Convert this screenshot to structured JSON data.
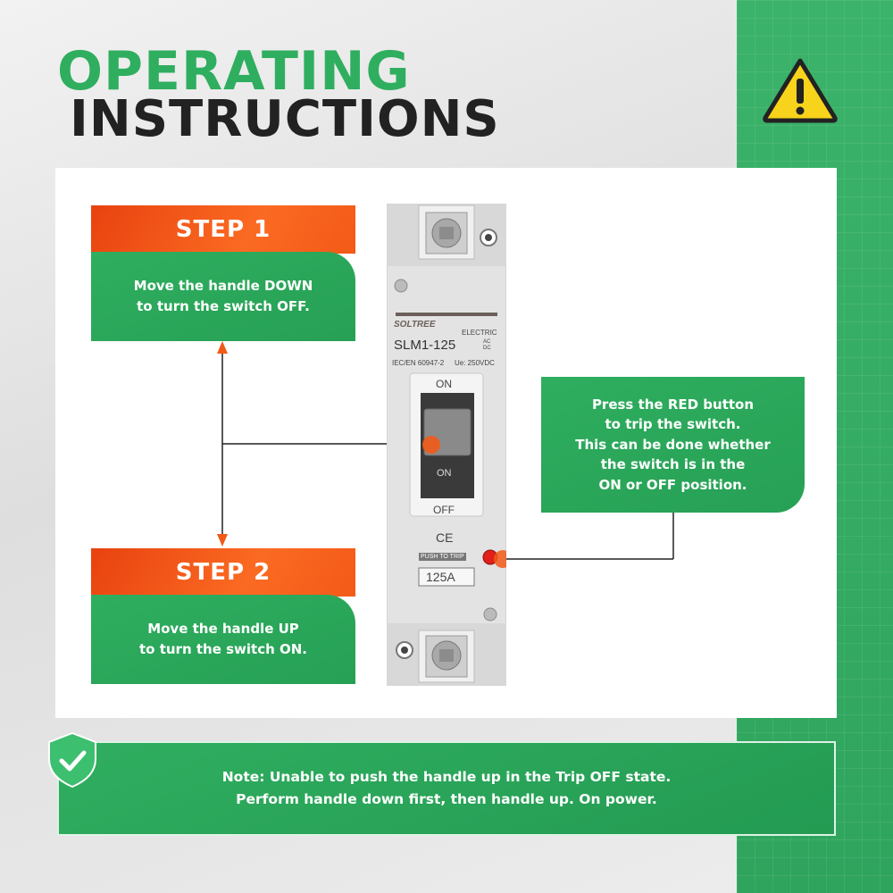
{
  "title": {
    "line1": "OPERATING",
    "line2": "INSTRUCTIONS"
  },
  "step1": {
    "header": "STEP 1",
    "text": "Move the handle DOWN\nto turn the switch OFF."
  },
  "step2": {
    "header": "STEP 2",
    "text": "Move the handle UP\nto turn the switch ON."
  },
  "callout": {
    "text": "Press the RED button\nto trip the switch.\nThis can be done whether\nthe switch is in the\nON or OFF position."
  },
  "note": {
    "text": "Note: Unable to push the handle up in the Trip OFF state.\nPerform handle down first, then handle up. On power."
  },
  "device": {
    "brand": "SOLTREE",
    "brand_sub": "ELECTRIC",
    "model": "SLM1-125",
    "acdc_1": "AC",
    "acdc_2": "DC",
    "standard": "IEC/EN 60947-2",
    "voltage": "Ue: 250VDC",
    "on_label": "ON",
    "on_label_2": "ON",
    "off_label": "OFF",
    "ce_mark": "CE",
    "trip_label": "PUSH TO TRIP",
    "rating": "125A"
  },
  "colors": {
    "green": "#2fae5f",
    "orange": "#f25a18",
    "dark": "#222222",
    "red": "#e0201a"
  }
}
